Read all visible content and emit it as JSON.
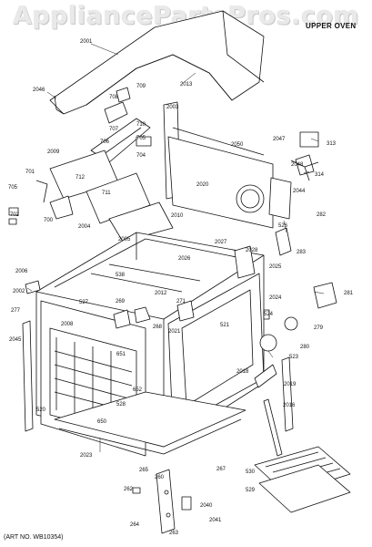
{
  "watermark": "AppliancePartsPros.com",
  "section_title": "UPPER OVEN",
  "art_number": "(ART NO. WB10354)",
  "callouts": [
    {
      "id": "c2001",
      "text": "2001"
    },
    {
      "id": "c2046",
      "text": "2046"
    },
    {
      "id": "c709",
      "text": "709"
    },
    {
      "id": "c708",
      "text": "708"
    },
    {
      "id": "c2013",
      "text": "2013"
    },
    {
      "id": "c2003",
      "text": "2003"
    },
    {
      "id": "c710",
      "text": "710"
    },
    {
      "id": "c707",
      "text": "707"
    },
    {
      "id": "c705",
      "text": "705"
    },
    {
      "id": "c706",
      "text": "706"
    },
    {
      "id": "c704",
      "text": "704"
    },
    {
      "id": "c2009",
      "text": "2009"
    },
    {
      "id": "c701",
      "text": "701"
    },
    {
      "id": "c712",
      "text": "712"
    },
    {
      "id": "c711",
      "text": "711"
    },
    {
      "id": "c705b",
      "text": "705"
    },
    {
      "id": "c702",
      "text": "702"
    },
    {
      "id": "c700",
      "text": "700"
    },
    {
      "id": "c2004",
      "text": "2004"
    },
    {
      "id": "c2050",
      "text": "2050"
    },
    {
      "id": "c2047",
      "text": "2047"
    },
    {
      "id": "c313",
      "text": "313"
    },
    {
      "id": "c2048",
      "text": "2048"
    },
    {
      "id": "c314",
      "text": "314"
    },
    {
      "id": "c2044",
      "text": "2044"
    },
    {
      "id": "c2020",
      "text": "2020"
    },
    {
      "id": "c2010",
      "text": "2010"
    },
    {
      "id": "c2005",
      "text": "2005"
    },
    {
      "id": "c2027",
      "text": "2027"
    },
    {
      "id": "c2028",
      "text": "2028"
    },
    {
      "id": "c526",
      "text": "526"
    },
    {
      "id": "c282",
      "text": "282"
    },
    {
      "id": "c283",
      "text": "283"
    },
    {
      "id": "c2006",
      "text": "2006"
    },
    {
      "id": "c538",
      "text": "538"
    },
    {
      "id": "c2026",
      "text": "2026"
    },
    {
      "id": "c2025",
      "text": "2025"
    },
    {
      "id": "c2002",
      "text": "2002"
    },
    {
      "id": "c2012",
      "text": "2012"
    },
    {
      "id": "c281",
      "text": "281"
    },
    {
      "id": "c527",
      "text": "527"
    },
    {
      "id": "c269",
      "text": "269"
    },
    {
      "id": "c271",
      "text": "271"
    },
    {
      "id": "c2024",
      "text": "2024"
    },
    {
      "id": "c277",
      "text": "277"
    },
    {
      "id": "c2008",
      "text": "2008"
    },
    {
      "id": "c268",
      "text": "268"
    },
    {
      "id": "c2021",
      "text": "2021"
    },
    {
      "id": "c521",
      "text": "521"
    },
    {
      "id": "c524",
      "text": "524"
    },
    {
      "id": "c279",
      "text": "279"
    },
    {
      "id": "c2045",
      "text": "2045"
    },
    {
      "id": "c280",
      "text": "280"
    },
    {
      "id": "c651",
      "text": "651"
    },
    {
      "id": "c523",
      "text": "523"
    },
    {
      "id": "c2018",
      "text": "2018"
    },
    {
      "id": "c652",
      "text": "652"
    },
    {
      "id": "c2019",
      "text": "2019"
    },
    {
      "id": "c528",
      "text": "528"
    },
    {
      "id": "c2016",
      "text": "2016"
    },
    {
      "id": "c650",
      "text": "650"
    },
    {
      "id": "c520",
      "text": "520"
    },
    {
      "id": "c2023",
      "text": "2023"
    },
    {
      "id": "c265",
      "text": "265"
    },
    {
      "id": "c267",
      "text": "267"
    },
    {
      "id": "c530",
      "text": "530"
    },
    {
      "id": "c529",
      "text": "529"
    },
    {
      "id": "c260",
      "text": "260"
    },
    {
      "id": "c262",
      "text": "262"
    },
    {
      "id": "c2040",
      "text": "2040"
    },
    {
      "id": "c2041",
      "text": "2041"
    },
    {
      "id": "c264",
      "text": "264"
    },
    {
      "id": "c263",
      "text": "263"
    }
  ]
}
